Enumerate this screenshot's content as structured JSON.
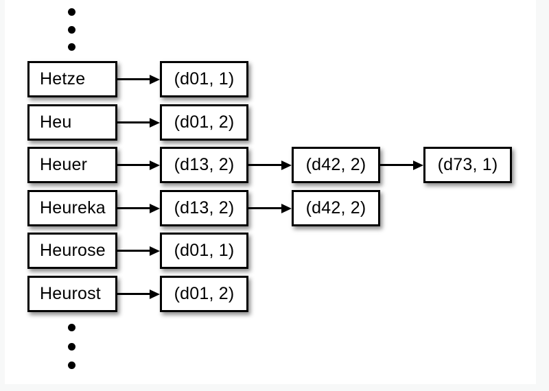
{
  "diagram": {
    "title": "inverted-index",
    "colors": {
      "background": "#f7f8f8",
      "panel": "#ffffff",
      "box_fill": "#ffffff",
      "box_border": "#000000",
      "text": "#000000"
    },
    "ellipsis_top_dots": 3,
    "ellipsis_bottom_dots": 3,
    "rows": [
      {
        "term": "Hetze",
        "postings": [
          "(d01, 1)"
        ]
      },
      {
        "term": "Heu",
        "postings": [
          "(d01, 2)"
        ]
      },
      {
        "term": "Heuer",
        "postings": [
          "(d13, 2)",
          "(d42, 2)",
          "(d73, 1)"
        ]
      },
      {
        "term": "Heureka",
        "postings": [
          "(d13, 2)",
          "(d42, 2)"
        ]
      },
      {
        "term": "Heurose",
        "postings": [
          "(d01, 1)"
        ]
      },
      {
        "term": "Heurost",
        "postings": [
          "(d01, 2)"
        ]
      }
    ]
  }
}
